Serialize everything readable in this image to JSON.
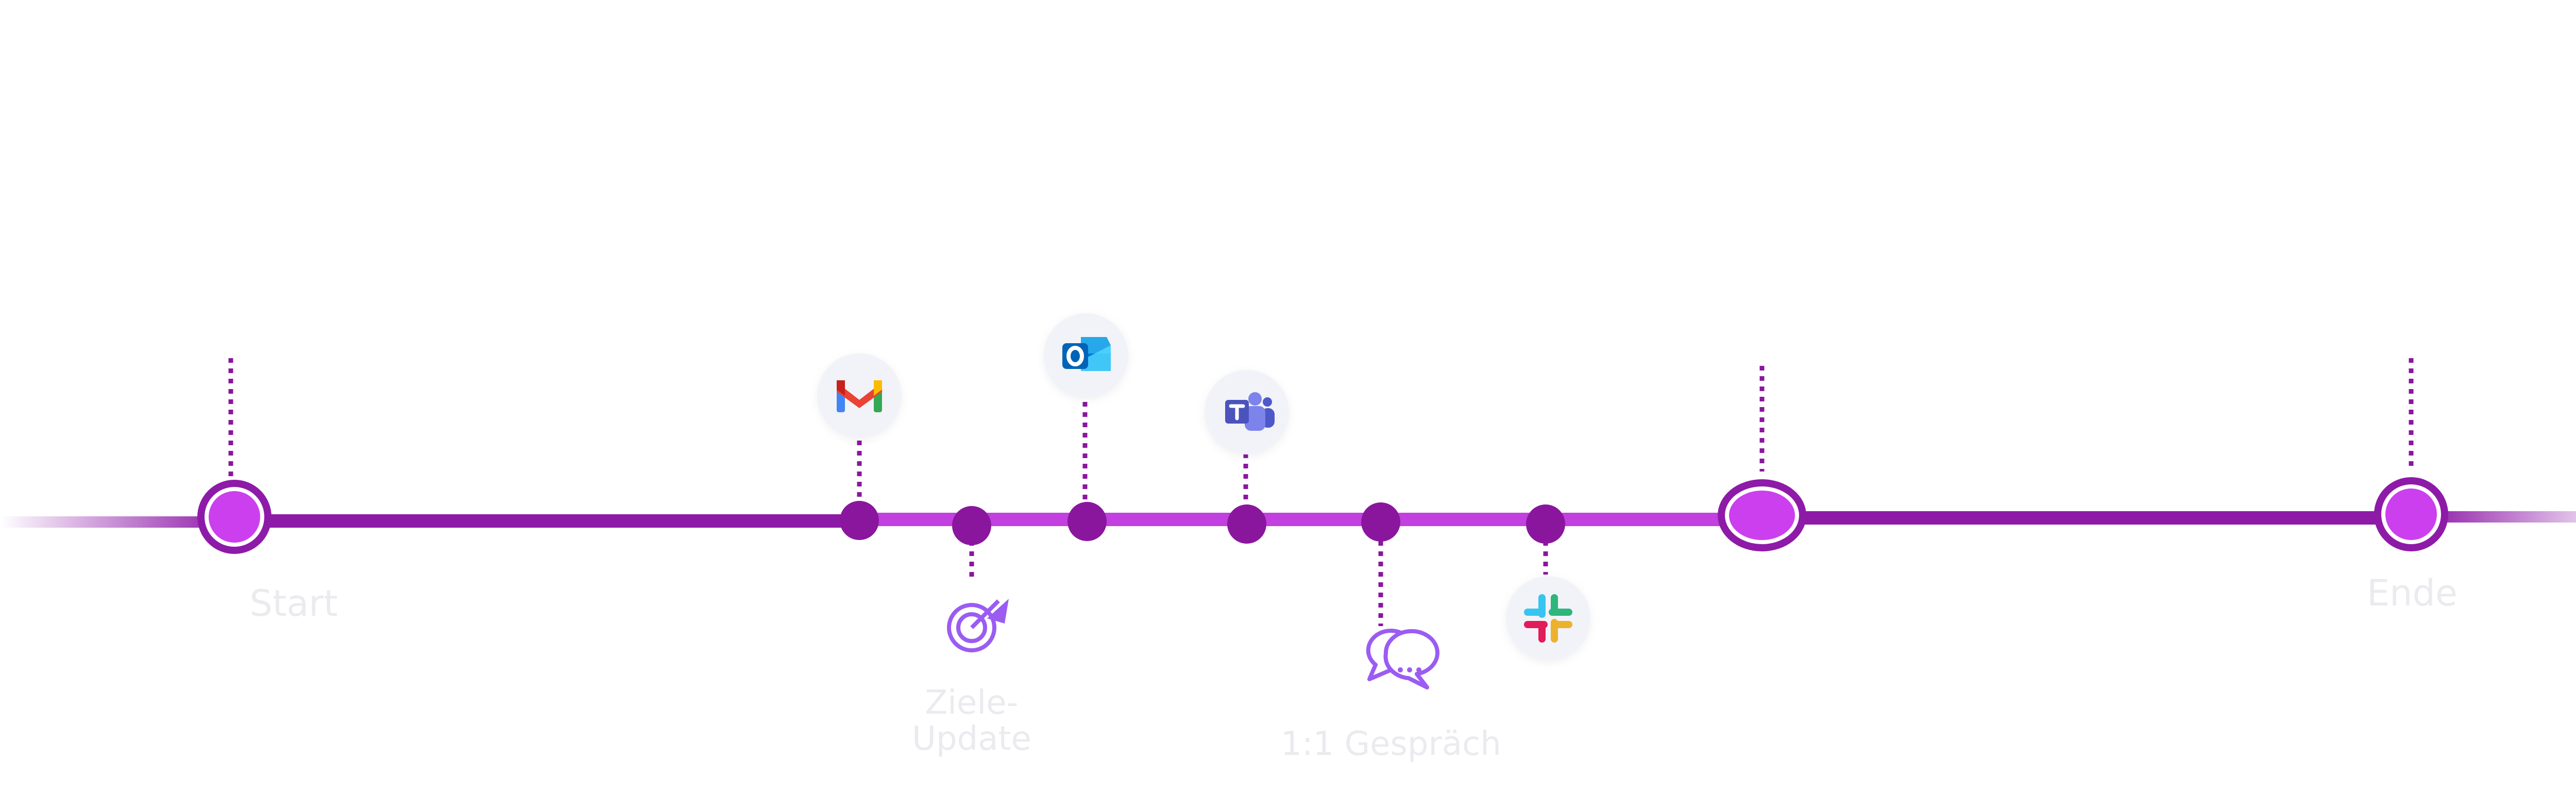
{
  "timeline": {
    "colors": {
      "line_dark": "#8e1aa8",
      "line_light": "#c23fe0",
      "node_fill": "#8a169e",
      "milestone_fill": "#cc3fee",
      "milestone_ring": "#8e1aa8",
      "connector": "#8a169e",
      "icon_bg": "#f2f3f8",
      "icon_accent": "#9b5cf2",
      "label": "#ebebef"
    },
    "labels": {
      "start": "Start",
      "goals_line1": "Ziele-",
      "goals_line2": "Update",
      "one_on_one": "1:1 Gespräch",
      "end": "Ende"
    },
    "icons": {
      "gmail": "gmail-icon",
      "outlook": "outlook-icon",
      "teams": "teams-icon",
      "slack": "slack-icon",
      "target": "target-icon",
      "chat": "chat-bubbles-icon"
    }
  }
}
